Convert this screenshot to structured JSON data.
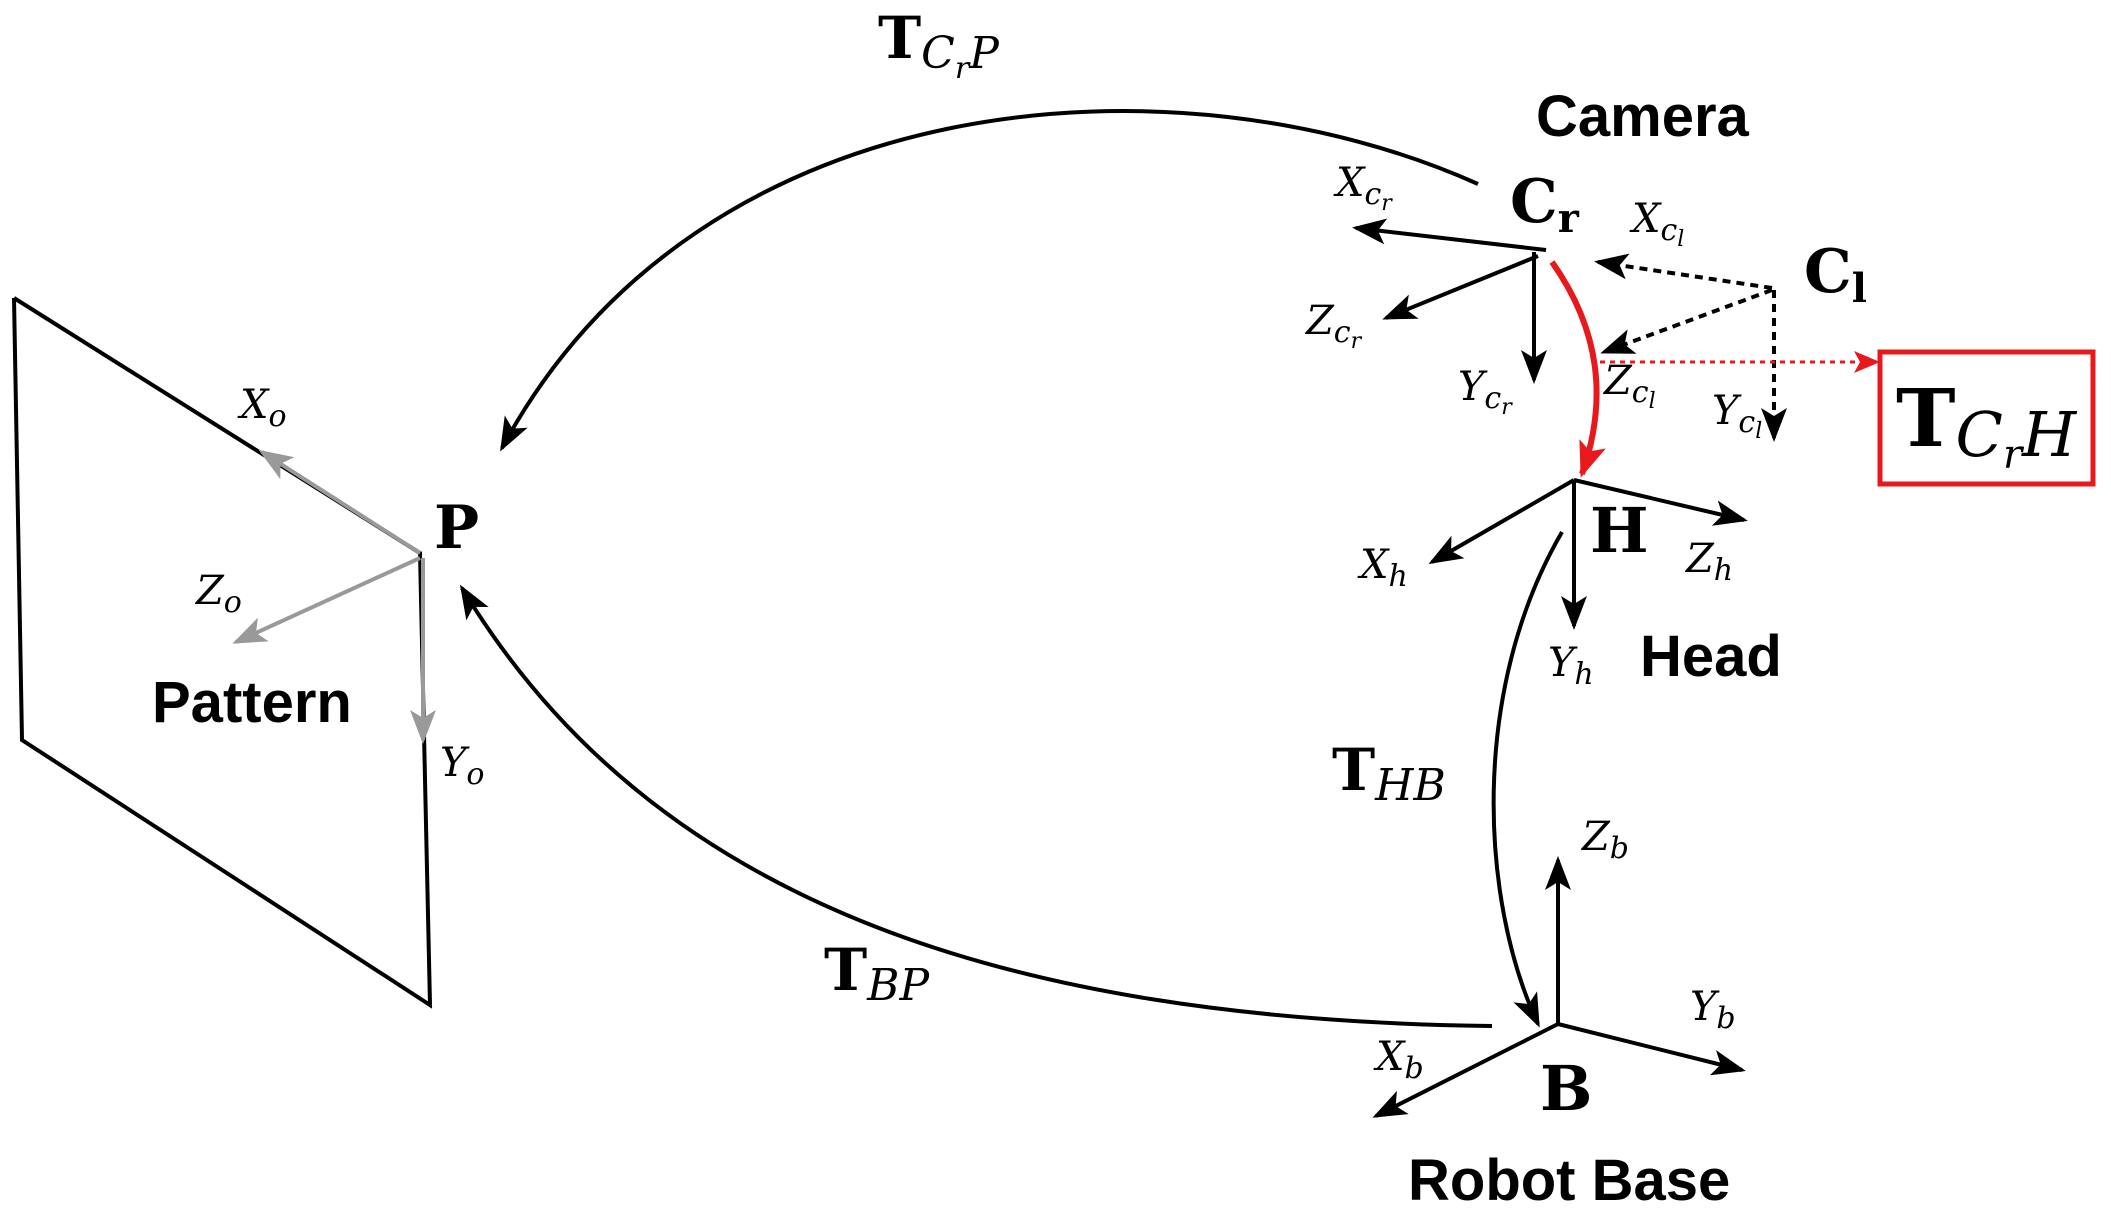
{
  "frames": {
    "pattern": {
      "origin": "P",
      "x": "X",
      "x_sub": "o",
      "y": "Y",
      "y_sub": "o",
      "z": "Z",
      "z_sub": "o",
      "name": "Pattern"
    },
    "camera_right": {
      "origin": "C",
      "origin_sub": "r",
      "x": "X",
      "x_sub": "c",
      "x_subsub": "r",
      "y": "Y",
      "y_sub": "c",
      "y_subsub": "r",
      "z": "Z",
      "z_sub": "c",
      "z_subsub": "r",
      "name": "Camera"
    },
    "camera_left": {
      "origin": "C",
      "origin_sub": "l",
      "x": "X",
      "x_sub": "c",
      "x_subsub": "l",
      "y": "Y",
      "y_sub": "c",
      "y_subsub": "l",
      "z": "Z",
      "z_sub": "c",
      "z_subsub": "l"
    },
    "head": {
      "origin": "H",
      "x": "X",
      "x_sub": "h",
      "y": "Y",
      "y_sub": "h",
      "z": "Z",
      "z_sub": "h",
      "name": "Head"
    },
    "base": {
      "origin": "B",
      "x": "X",
      "x_sub": "b",
      "y": "Y",
      "y_sub": "b",
      "z": "Z",
      "z_sub": "b",
      "name": "Robot Base"
    }
  },
  "transforms": {
    "camera_to_pattern": {
      "T": "T",
      "sub_a": "C",
      "sub_a_sub": "r",
      "sub_b": "P"
    },
    "camera_to_head": {
      "T": "T",
      "sub_a": "C",
      "sub_a_sub": "r",
      "sub_b": "H"
    },
    "head_to_base": {
      "T": "T",
      "sub": "HB"
    },
    "base_to_pattern": {
      "T": "T",
      "sub": "BP"
    }
  },
  "colors": {
    "line": "#000000",
    "pattern_axes": "#999999",
    "highlight": "#e8191c"
  }
}
